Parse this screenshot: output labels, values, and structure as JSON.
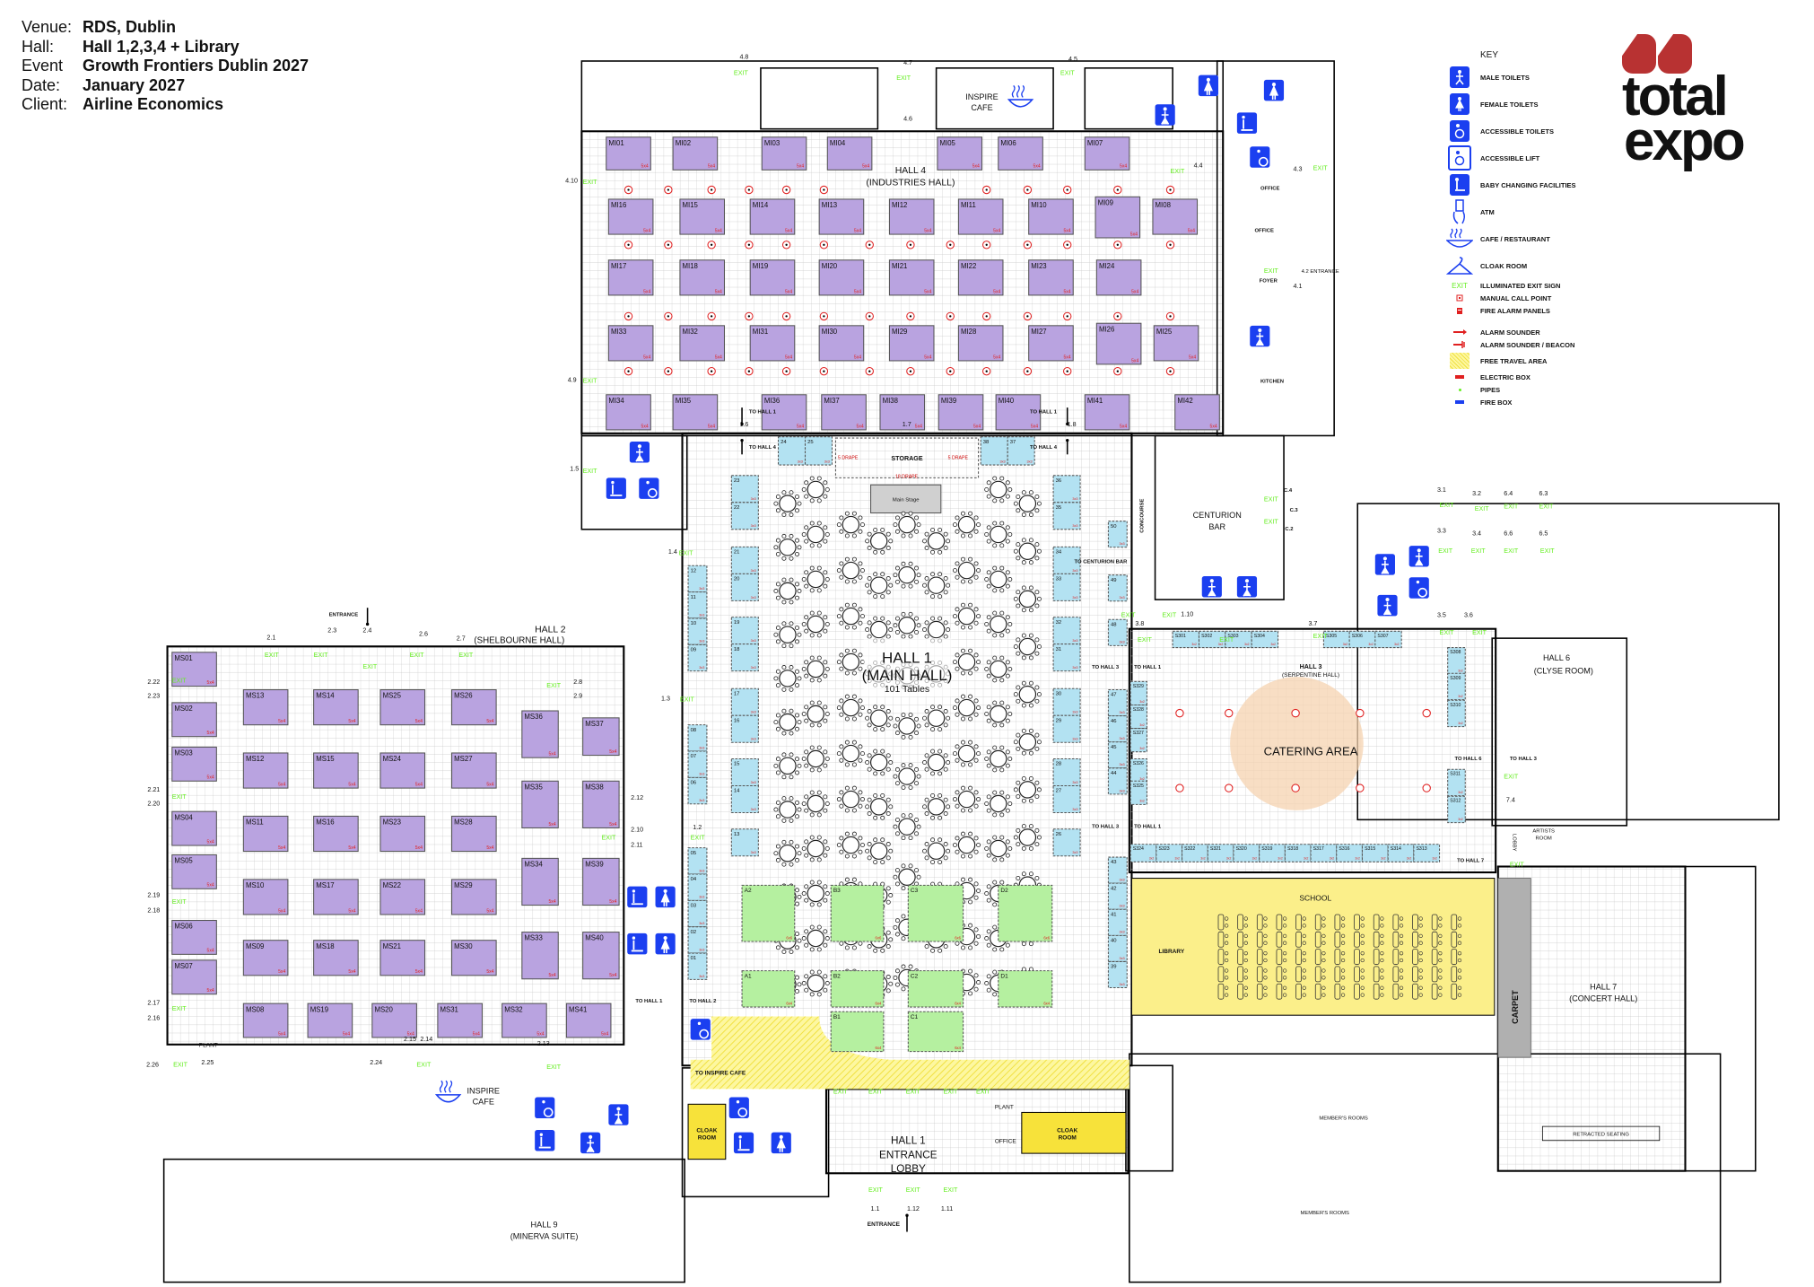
{
  "header": {
    "rows": [
      {
        "label": "Venue:",
        "value": "RDS, Dublin"
      },
      {
        "label": "Hall:",
        "value": "Hall 1,2,3,4 + Library"
      },
      {
        "label": "Event",
        "value": "Growth Frontiers Dublin 2027"
      },
      {
        "label": "Date:",
        "value": "January 2027"
      },
      {
        "label": "Client:",
        "value": "Airline Economics"
      }
    ]
  },
  "logo": {
    "line1": "total",
    "line2": "expo",
    "accent": "#b83232"
  },
  "key": {
    "title": "KEY",
    "items": [
      {
        "icon": "male-toilet-icon",
        "label": "MALE TOILETS"
      },
      {
        "icon": "female-toilet-icon",
        "label": "FEMALE TOILETS"
      },
      {
        "icon": "accessible-toilet-icon",
        "label": "ACCESSIBLE TOILETS"
      },
      {
        "icon": "accessible-lift-icon",
        "label": "ACCESSIBLE LIFT"
      },
      {
        "icon": "baby-changing-icon",
        "label": "BABY CHANGING FACILITIES"
      },
      {
        "icon": "atm-icon",
        "label": "ATM"
      },
      {
        "icon": "cafe-icon",
        "label": "CAFE / RESTAURANT"
      },
      {
        "icon": "cloak-room-icon",
        "label": "CLOAK ROOM"
      },
      {
        "icon": "exit-sign-icon",
        "label": "ILLUMINATED EXIT SIGN"
      },
      {
        "icon": "manual-call-point-icon",
        "label": "MANUAL CALL POINT"
      },
      {
        "icon": "fire-alarm-panel-icon",
        "label": "FIRE ALARM PANELS"
      },
      {
        "icon": "alarm-sounder-icon",
        "label": "ALARM SOUNDER"
      },
      {
        "icon": "alarm-beacon-icon",
        "label": "ALARM SOUNDER / BEACON"
      },
      {
        "icon": "free-travel-area-icon",
        "label": "FREE TRAVEL AREA"
      },
      {
        "icon": "electric-box-icon",
        "label": "ELECTRIC BOX"
      },
      {
        "icon": "pipes-icon",
        "label": "PIPES"
      },
      {
        "icon": "fire-box-icon",
        "label": "FIRE BOX"
      }
    ]
  },
  "colors": {
    "shell_scheme_booth": "#b9a3e0",
    "hall1_shell_booth": "#b3e2f2",
    "island_booth": "#b5f0a0",
    "library": "#fbef8a",
    "cloak_room": "#f7e23a",
    "catering": "#f5d3b0",
    "exit": "#66ee22",
    "icon_blue": "#1b3ff0",
    "alarm_red": "#e02020"
  },
  "signage": {
    "exit": "EXIT"
  },
  "hall4": {
    "title": "HALL 4",
    "subtitle": "(INDUSTRIES HALL)",
    "booth_size": "5x4",
    "rows": [
      [
        "MI01",
        "MI02",
        "MI03",
        "MI04",
        "MI05",
        "MI06",
        "MI07"
      ],
      [
        "MI16",
        "MI15",
        "MI14",
        "MI13",
        "MI12",
        "MI11",
        "MI10",
        "MI09",
        "MI08"
      ],
      [
        "MI17",
        "MI18",
        "MI19",
        "MI20",
        "MI21",
        "MI22",
        "MI23",
        "MI24"
      ],
      [
        "MI33",
        "MI32",
        "MI31",
        "MI30",
        "MI29",
        "MI28",
        "MI27",
        "MI26",
        "MI25"
      ],
      [
        "MI34",
        "MI35",
        "MI36",
        "MI37",
        "MI38",
        "MI39",
        "MI40",
        "MI41",
        "MI42"
      ]
    ]
  },
  "hall2": {
    "title": "HALL 2",
    "subtitle": "(SHELBOURNE HALL)",
    "booth_size": "5x4",
    "left_column": [
      "MS01",
      "MS02",
      "MS03",
      "MS04",
      "MS05",
      "MS06",
      "MS07"
    ],
    "grid_columns": [
      [
        "MS13",
        "MS12",
        "MS11",
        "MS10",
        "MS09"
      ],
      [
        "MS14",
        "MS15",
        "MS16",
        "MS17",
        "MS18"
      ],
      [
        "MS25",
        "MS24",
        "MS23",
        "MS22",
        "MS21"
      ],
      [
        "MS26",
        "MS27",
        "MS28",
        "MS29",
        "MS30"
      ]
    ],
    "right_columns": [
      [
        "MS36",
        "MS35",
        "MS34",
        "MS33"
      ],
      [
        "MS37",
        "MS38",
        "MS39",
        "MS40"
      ]
    ],
    "bottom_row": [
      "MS08",
      "MS19",
      "MS20",
      "MS31",
      "MS32",
      "MS41"
    ]
  },
  "hall1": {
    "title": "HALL 1",
    "subtitle": "(MAIN HALL)",
    "tables_label": "101 Tables",
    "table_count": 101,
    "stage": "Main Stage",
    "storage": "STORAGE",
    "drape_left": "5 DRAPE",
    "drape_right": "5 DRAPE",
    "drape_stage": "18 DRAPE",
    "shell_size": "3x3",
    "shell_booths": {
      "top": [
        "24",
        "25",
        "38",
        "37"
      ],
      "left_outer": [
        [
          "12",
          "11",
          "10",
          "09"
        ],
        [
          "08",
          "07",
          "06"
        ],
        [
          "05",
          "04",
          "03",
          "02",
          "01"
        ]
      ],
      "left_inner": [
        [
          "23",
          "22"
        ],
        [
          "21",
          "20"
        ],
        [
          "19",
          "18"
        ],
        [
          "17",
          "16"
        ],
        [
          "15",
          "14"
        ],
        [
          "13"
        ]
      ],
      "right_inner": [
        [
          "36",
          "35"
        ],
        [
          "34",
          "33"
        ],
        [
          "32",
          "31"
        ],
        [
          "30",
          "29"
        ],
        [
          "28",
          "27"
        ],
        [
          "26"
        ]
      ],
      "right_outer": [
        [
          "50"
        ],
        [
          "49"
        ],
        [
          "48"
        ],
        [
          "47",
          "46",
          "45",
          "44"
        ],
        [
          "43",
          "42",
          "41",
          "40",
          "39"
        ]
      ]
    },
    "island_booths": [
      {
        "label": "A2",
        "size": "6x6"
      },
      {
        "label": "B3",
        "size": "6x6"
      },
      {
        "label": "C3",
        "size": "6x6"
      },
      {
        "label": "D2",
        "size": "6x6"
      },
      {
        "label": "A1",
        "size": "6x4"
      },
      {
        "label": "B2",
        "size": "6x4"
      },
      {
        "label": "C2",
        "size": "6x4"
      },
      {
        "label": "D1",
        "size": "6x4"
      },
      {
        "label": "B1",
        "size": "6x4"
      },
      {
        "label": "C1",
        "size": "6x4"
      }
    ],
    "lobby": [
      "HALL 1",
      "ENTRANCE",
      "LOBBY"
    ],
    "entrance": "ENTRANCE",
    "to_inspire_cafe": "TO INSPIRE CAFE"
  },
  "hall3": {
    "title": "HALL 3",
    "subtitle": "(SERPENTINE HALL)",
    "catering": "CATERING AREA",
    "booth_size": "3x2",
    "top": [
      "S301",
      "S302",
      "S303",
      "S304",
      "S305",
      "S306",
      "S307"
    ],
    "right": [
      "S308",
      "S309",
      "S310",
      "S311",
      "S312"
    ],
    "left": [
      "S329",
      "S328",
      "S327",
      "S326",
      "S325"
    ],
    "bottom": [
      "S324",
      "S323",
      "S322",
      "S321",
      "S320",
      "S319",
      "S318",
      "S317",
      "S316",
      "S315",
      "S314",
      "S313"
    ]
  },
  "library": {
    "title": "LIBRARY",
    "layout": "SCHOOL"
  },
  "rooms": {
    "hall6": [
      "HALL 6",
      "(CLYSE ROOM)"
    ],
    "hall7": [
      "HALL 7",
      "(CONCERT HALL)"
    ],
    "hall9": [
      "HALL 9",
      "(MINERVA SUITE)"
    ],
    "centurion": [
      "CENTURION",
      "BAR"
    ],
    "inspire_top": [
      "INSPIRE",
      "CAFE"
    ],
    "inspire_bottom": [
      "INSPIRE",
      "CAFE"
    ],
    "cloak": [
      "CLOAK",
      "ROOM"
    ],
    "carpet": "CARPET",
    "retracted": "RETRACTED SEATING",
    "members1": "MEMBER'S ROOMS",
    "members2": "MEMBER'S ROOMS",
    "artists": [
      "ARTISTS",
      "ROOM"
    ],
    "lobby": "LOBBY",
    "plant": "PLANT",
    "plant2": "PLANT",
    "office_low": "OFFICE"
  },
  "labels": [
    "4.8",
    "4.7",
    "4.6",
    "4.5",
    "4.4",
    "4.3",
    "4.2 ENTRANCE",
    "4.1",
    "4.10",
    "4.9",
    "OFFICE",
    "OFFICE",
    "FOYER",
    "KITCHEN",
    "TO HALL 1",
    "TO HALL 1",
    "1.6",
    "1.7",
    "1.8",
    "TO HALL 4",
    "TO HALL 4",
    "1.5",
    "1.4",
    "1.3",
    "1.2",
    "CONCOURSE",
    "TO CENTURION BAR",
    "TO HALL 3",
    "TO HALL 1",
    "TO HALL 3",
    "TO HALL 1",
    "1.10",
    "3.8",
    "3.7",
    "ENTRANCE",
    "2.1",
    "2.3",
    "2.4",
    "2.6",
    "2.7",
    "2.8",
    "2.9",
    "2.12",
    "2.10",
    "2.11",
    "2.22",
    "2.23",
    "2.21",
    "2.20",
    "2.19",
    "2.18",
    "2.17",
    "2.16",
    "2.26",
    "2.25",
    "2.24",
    "2.15",
    "2.14",
    "2.13",
    "TO HALL 1",
    "TO HALL 2",
    "TO HALL 6",
    "TO HALL 7",
    "TO HALL 3",
    "7.4",
    "3.1",
    "3.2",
    "6.4",
    "6.3",
    "3.3",
    "3.4",
    "6.6",
    "6.5",
    "3.5",
    "3.6",
    "C.4",
    "C.3",
    "C.2",
    "1.1",
    "1.12",
    "1.11"
  ]
}
